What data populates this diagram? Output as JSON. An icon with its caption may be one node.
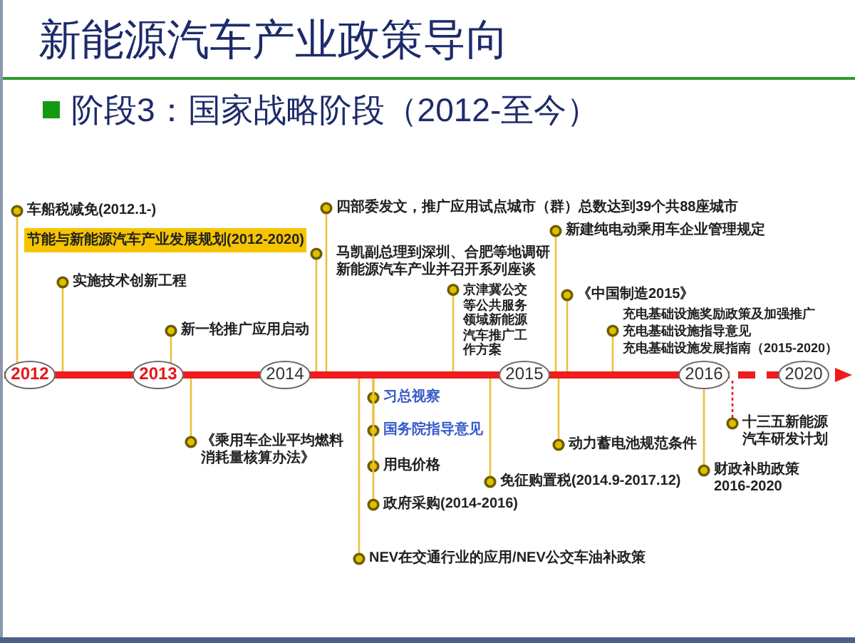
{
  "diagram": {
    "title": "新能源汽车产业政策导向",
    "nodes": [
      {
        "text": [
          "2012"
        ]
      },
      {
        "text": [
          "2013"
        ]
      },
      {
        "text": [
          "2014"
        ]
      },
      {
        "text": [
          "2015"
        ]
      },
      {
        "text": [
          "2016"
        ]
      },
      {
        "text": [
          "2020"
        ]
      },
      {
        "text": [
          "车船税减免(2012.1-)"
        ]
      },
      {
        "text": [
          "节能与新能源汽车产业发展规划(2012-2020)"
        ]
      },
      {
        "text": [
          "实施技术创新工程"
        ]
      },
      {
        "text": [
          "新一轮推广应用启动"
        ]
      },
      {
        "text": [
          "四部委发文，推广应用试点城市（群）总数达到39个共88座城市"
        ]
      },
      {
        "text": [
          "马凯副总理到深圳、合肥等地调研新能源汽车产业并召开系列座谈"
        ]
      },
      {
        "text": [
          "京津冀公交等公共服务领域新能源汽车推广工作方案"
        ]
      },
      {
        "text": [
          "《中国制造2015》"
        ]
      },
      {
        "text": [
          "新建纯电动乘用车企业管理规定"
        ]
      },
      {
        "text": [
          "充电基础设施奖励政策及加强推广",
          "充电基础设施指导意见",
          "充电基础设施发展指南（2015-2020）"
        ]
      },
      {
        "text": [
          "《乘用车企业平均燃料消耗量核算办法》"
        ]
      },
      {
        "text": [
          "习总视察"
        ]
      },
      {
        "text": [
          "国务院指导意见"
        ]
      },
      {
        "text": [
          "用电价格"
        ]
      },
      {
        "text": [
          "政府采购(2014-2016)"
        ]
      },
      {
        "text": [
          "免征购置税(2014.9-2017.12)"
        ]
      },
      {
        "text": [
          "动力蓄电池规范条件"
        ]
      },
      {
        "text": [
          "NEV在交通行业的应用/NEV公交车油补政策"
        ]
      },
      {
        "text": [
          "十三五新能源汽车研发计划"
        ]
      },
      {
        "text": [
          "财政补助政策2016-2020"
        ]
      },
      {
        "text": [],
        "shape": "bar"
      }
    ],
    "edges": [
      {
        "from": 6,
        "to": 0,
        "arrow": "other"
      },
      {
        "from": 8,
        "to": 26,
        "arrow": "other"
      },
      {
        "from": 9,
        "to": 1,
        "arrow": "other"
      },
      {
        "from": 10,
        "to": 26,
        "arrow": "other"
      },
      {
        "from": 11,
        "to": 26,
        "arrow": "other"
      },
      {
        "from": 12,
        "to": 26,
        "arrow": "other"
      },
      {
        "from": 13,
        "to": 26,
        "arrow": "other"
      },
      {
        "from": 14,
        "to": 26,
        "arrow": "other"
      },
      {
        "from": 15,
        "to": 26,
        "arrow": "other"
      },
      {
        "from": 16,
        "to": 26,
        "arrow": "other"
      },
      {
        "from": 17,
        "to": 26,
        "arrow": "other"
      },
      {
        "from": 18,
        "to": 26,
        "arrow": "other"
      },
      {
        "from": 19,
        "to": 26,
        "arrow": "other"
      },
      {
        "from": 20,
        "to": 26,
        "arrow": "other"
      },
      {
        "from": 21,
        "to": 26,
        "arrow": "other"
      },
      {
        "from": 22,
        "to": 26,
        "arrow": "other"
      },
      {
        "from": 23,
        "to": 26,
        "arrow": "other"
      },
      {
        "from": 24,
        "to": 26,
        "arrow": "other",
        "style": "dashed",
        "color": "#ee1c1c"
      },
      {
        "from": 25,
        "to": 4,
        "arrow": "other"
      }
    ],
    "labels": [
      "阶段3：国家战略阶段（2012-至今）"
    ]
  }
}
